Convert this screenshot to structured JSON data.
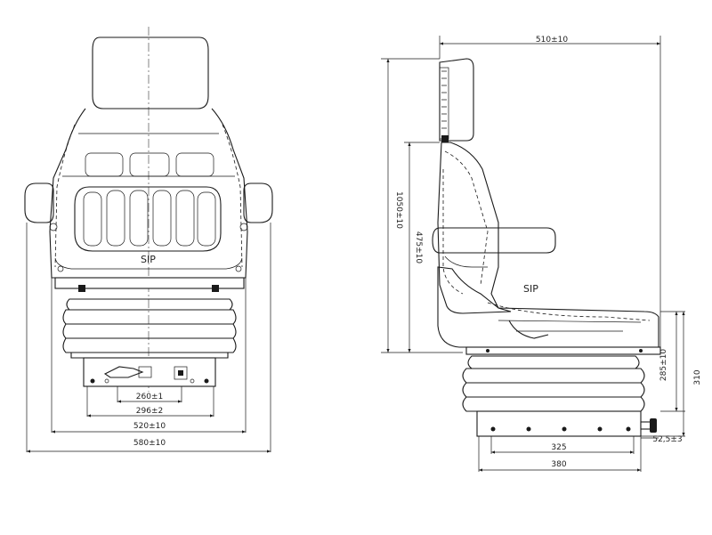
{
  "front_view": {
    "brand_label": "SIP",
    "dims": {
      "rail_inner": "260±1",
      "rail_outer": "296±2",
      "seat_width": "520±10",
      "overall_width": "580±10"
    }
  },
  "side_view": {
    "brand_label": "SIP",
    "dims": {
      "depth_overall": "510±10",
      "height_overall": "1050±10",
      "backrest_height": "475±10",
      "suspension_height": "285±10",
      "suspension_max": "310",
      "base_depth_inner": "325",
      "base_depth_outer": "380",
      "knob_offset": "52,5±3"
    }
  }
}
